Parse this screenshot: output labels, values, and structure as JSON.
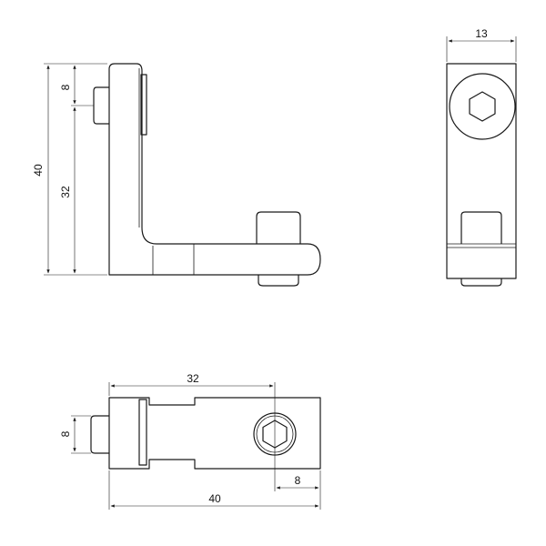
{
  "drawing": {
    "views": {
      "front": {
        "dim_total_height": "40",
        "dim_bolt_offset": "8",
        "dim_height_32": "32"
      },
      "side": {
        "dim_width": "13"
      },
      "top": {
        "dim_length_32": "32",
        "dim_bolt_height": "8",
        "dim_bolt_end": "8",
        "dim_total_length": "40"
      }
    },
    "colors": {
      "line": "#1a1a1a",
      "background": "#ffffff"
    }
  }
}
